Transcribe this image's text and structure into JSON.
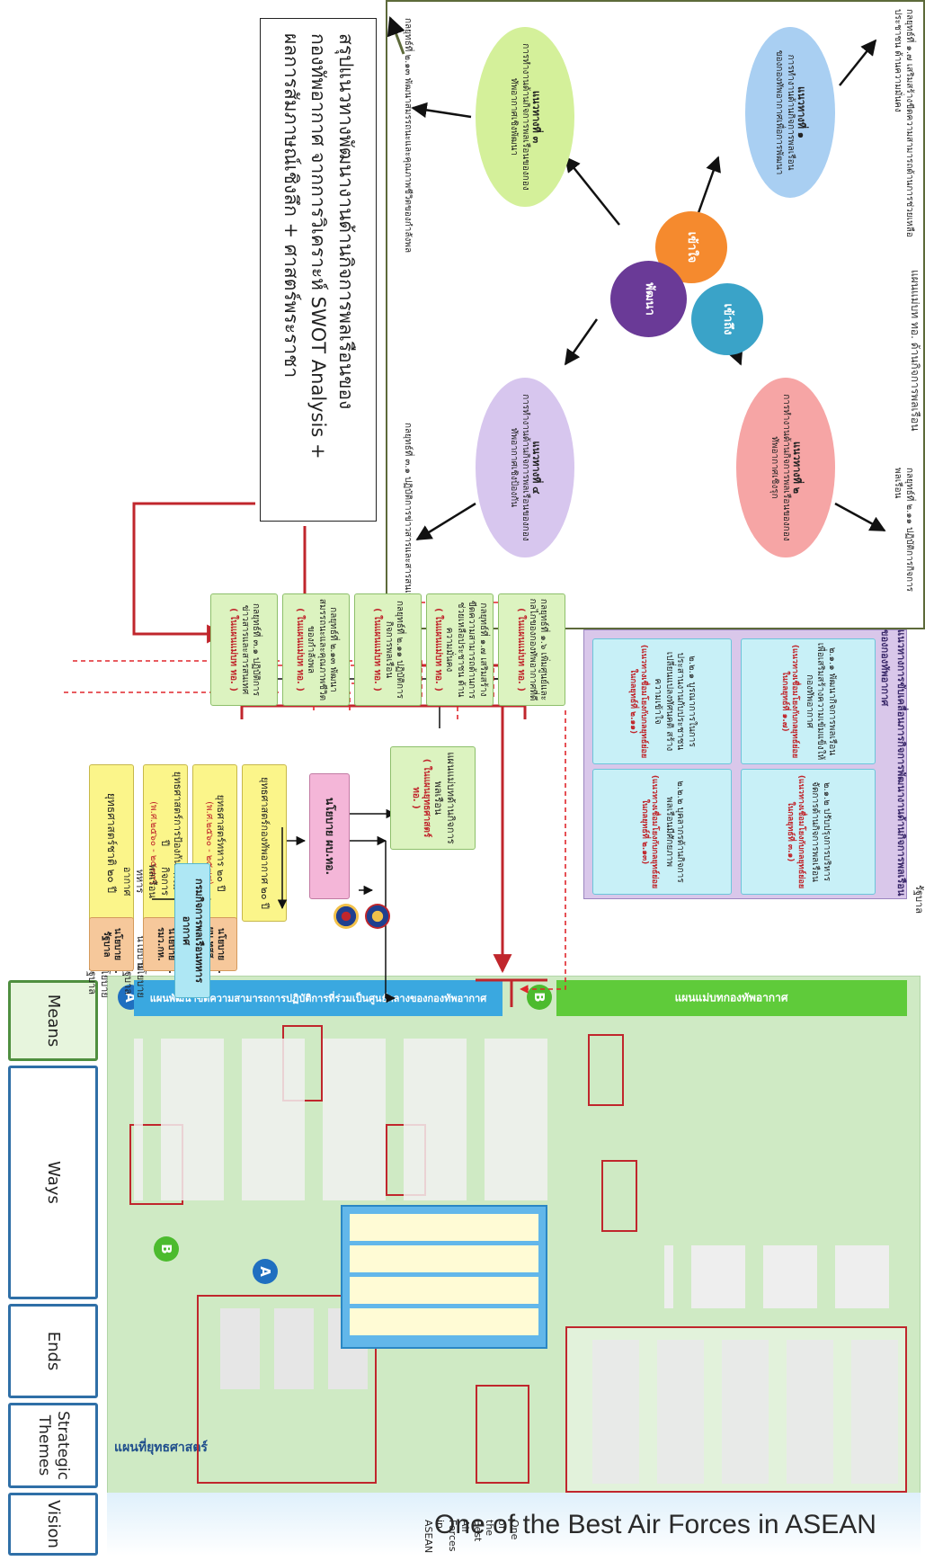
{
  "top_title": "One of the Best Air Forces in ASEAN",
  "rows": {
    "vision": "Vision",
    "themes": "Strategic Themes",
    "ends": "Ends",
    "ways": "Ways",
    "means": "Means"
  },
  "strategy_map_label": "แผนที่ยุทธศาสตร์",
  "badges": {
    "a": "A",
    "b": "B"
  },
  "air_force_plan_label": "แผนแม่บทกองทัพอากาศ",
  "civil_plan_label": "แผนพัฒนาขีดความสามารถการปฏิบัติการที่ร่วมเป็นศูนย์กลางของกองทัพอากาศ",
  "strategies": [
    {
      "name": "ยุทธศาสตร์ชาติ ๒๐ ปี",
      "years": ""
    },
    {
      "name": "ยุทธศาสตร์การป้องกันประเทศ ๒๐ ปี",
      "years": "(พ.ศ.๒๕๖๐ - ๒๕๗๙)"
    },
    {
      "name": "ยุทธศาสตร์ทหาร ๒๐ ปี",
      "years": "(พ.ศ.๒๕๖๐ - ๒๕๗๙)"
    },
    {
      "name": "ยุทธศาสตร์กองทัพอากาศ ๒๐ ปี",
      "years": ""
    }
  ],
  "policies": [
    "นโยบายรัฐบาล",
    "นโยบาย รมว.กห.",
    "นโยบาย ผบ.ทสส."
  ],
  "commander_policy": "นโยบาย ผบ.ทอ.",
  "civil_master_plan": {
    "title": "แผนแม่บทด้านกิจการพลเรือน",
    "note": "( ในแผนยุทธศาสตร์ ทอ. )"
  },
  "civil_affairs_dept": "กรมกิจการพลเรือนทหารอากาศ",
  "clusters": [
    {
      "title": "กลยุทธ์ที่ ๑.๖ เพิ่มศูนย์และกลไกของกองทัพอากาศที่ดี",
      "note": "( ในแผนแม่บท ทอ. )"
    },
    {
      "title": "กลยุทธ์ที่ ๑.๗ เสริมสร้างขีดความสามารถด้านการช่วยเหลือประชาชน ด้านความมั่นคง",
      "note": "( ในแผนแม่บท ทอ. )"
    },
    {
      "title": "กลยุทธ์ที่ ๒.๑๑ ปฏิบัติการกิจการพลเรือน",
      "note": "( ในแผนแม่บท ทอ. )"
    },
    {
      "title": "กลยุทธ์ที่ ๒.๑๓ พัฒนาสมรรถนะและคุณภาพชีวิตของกำลังพล",
      "note": "( ในแผนแม่บท ทอ. )"
    },
    {
      "title": "กลยุทธ์ที่ ๓.๑ ปฏิบัติการข่าวสารและสารสนเทศ",
      "note": "( ในแผนแม่บท ทอ. )"
    }
  ],
  "guideline_boxes": [
    {
      "text": "๒.๑.๑ พัฒนากิจการพลเรือนเพื่อเสริมสร้างความเข้มแข็งให้กองทัพอากาศ",
      "link": "(แนวทางเชื่อมโยงกับกลยุทธ์ย่อย ในกลยุทธ์ที่ ๑.๗)"
    },
    {
      "text": "๒.๑.๒ ปรับปรุงการบริหารจัดการด้านกิจการพลเรือน",
      "link": "(แนวทางเชื่อมโยงกับกลยุทธ์ย่อย ในกลยุทธ์ที่ ๓.๑)"
    },
    {
      "text": "๒.๒.๑ บูรณาการในการประสานงานกับประชาชน เปลี่ยนแปลงทัศนคติ สร้างความเข้าใจ",
      "link": "(แนวทางเชื่อมโยงกับกลยุทธ์ย่อย ในกลยุทธ์ที่ ๒.๑๑)"
    },
    {
      "text": "๒.๒.๒ บุคลากรด้านกิจการพลเรือนมีศักยภาพ",
      "link": "(แนวทางเชื่อมโยงกับกลยุทธ์ย่อย ในกลยุทธ์ที่ ๒.๑๓)"
    }
  ],
  "purple_title": "แนวทางการขับเคลื่อนภารกิจการพัฒนางานด้านกิจการพลเรือนของกองทัพอากาศ",
  "ellipses": [
    {
      "title": "แนวทางที่ ๑",
      "sub": "การทำงานด้านกิจการพลเรือนของกองทัพอากาศเพื่อการพัฒนา"
    },
    {
      "title": "แนวทางที่ ๒",
      "sub": "การทำงานด้านกิจการพลเรือนของกองทัพอากาศเชิงรุก"
    },
    {
      "title": "แนวทางที่ ๓",
      "sub": "การทำงานด้านกิจการพลเรือนของกองทัพอากาศเชิงพัฒนา"
    },
    {
      "title": "แนวทางที่ ๔",
      "sub": "การทำงานด้านกิจการพลเรือนของกองทัพอากาศเชิงป้องกัน"
    }
  ],
  "center_circles": [
    "เข้าใจ",
    "เข้าถึง",
    "พัฒนา"
  ],
  "ellipse_notes": [
    "กลยุทธ์ที่ ๑.๗ เสริมสร้างขีดความสามารถด้านการช่วยเหลือประชาชน ด้านความมั่นคง",
    "กลยุทธ์ที่ ๒.๑๑ ปฏิบัติการกิจการพลเรือน",
    "กลยุทธ์ที่ ๒.๑๓ พัฒนาสมรรถนะและคุณภาพชีวิตของกำลังพล",
    "กลยุทธ์ที่ ๓.๑ ปฏิบัติการข่าวสารและสารสนเทศ"
  ],
  "plan_caption": "แผนแม่บท ทอ. ด้านกิจการพลเรือน",
  "summary": {
    "line1": "สรุปแนวทางพัฒนางานด้านกิจการพลเรือนของ",
    "line2": "กองทัพอากาศ จากการวิเคราะห์ SWOT Analysis +",
    "line3": "ผลการสัมภาษณ์เชิงลึก + ศาสตร์พระราชา"
  },
  "colors": {
    "vision_border": "#2f6fa7",
    "green_panel": "#cfeac4",
    "red": "#c0262c",
    "yellow": "#fbf58a",
    "orange": "#f6c89b",
    "pink": "#f4b6d8",
    "cyan": "#c8f0f7",
    "purple": "#d9c7ea",
    "light_green": "#dcf3c0"
  }
}
